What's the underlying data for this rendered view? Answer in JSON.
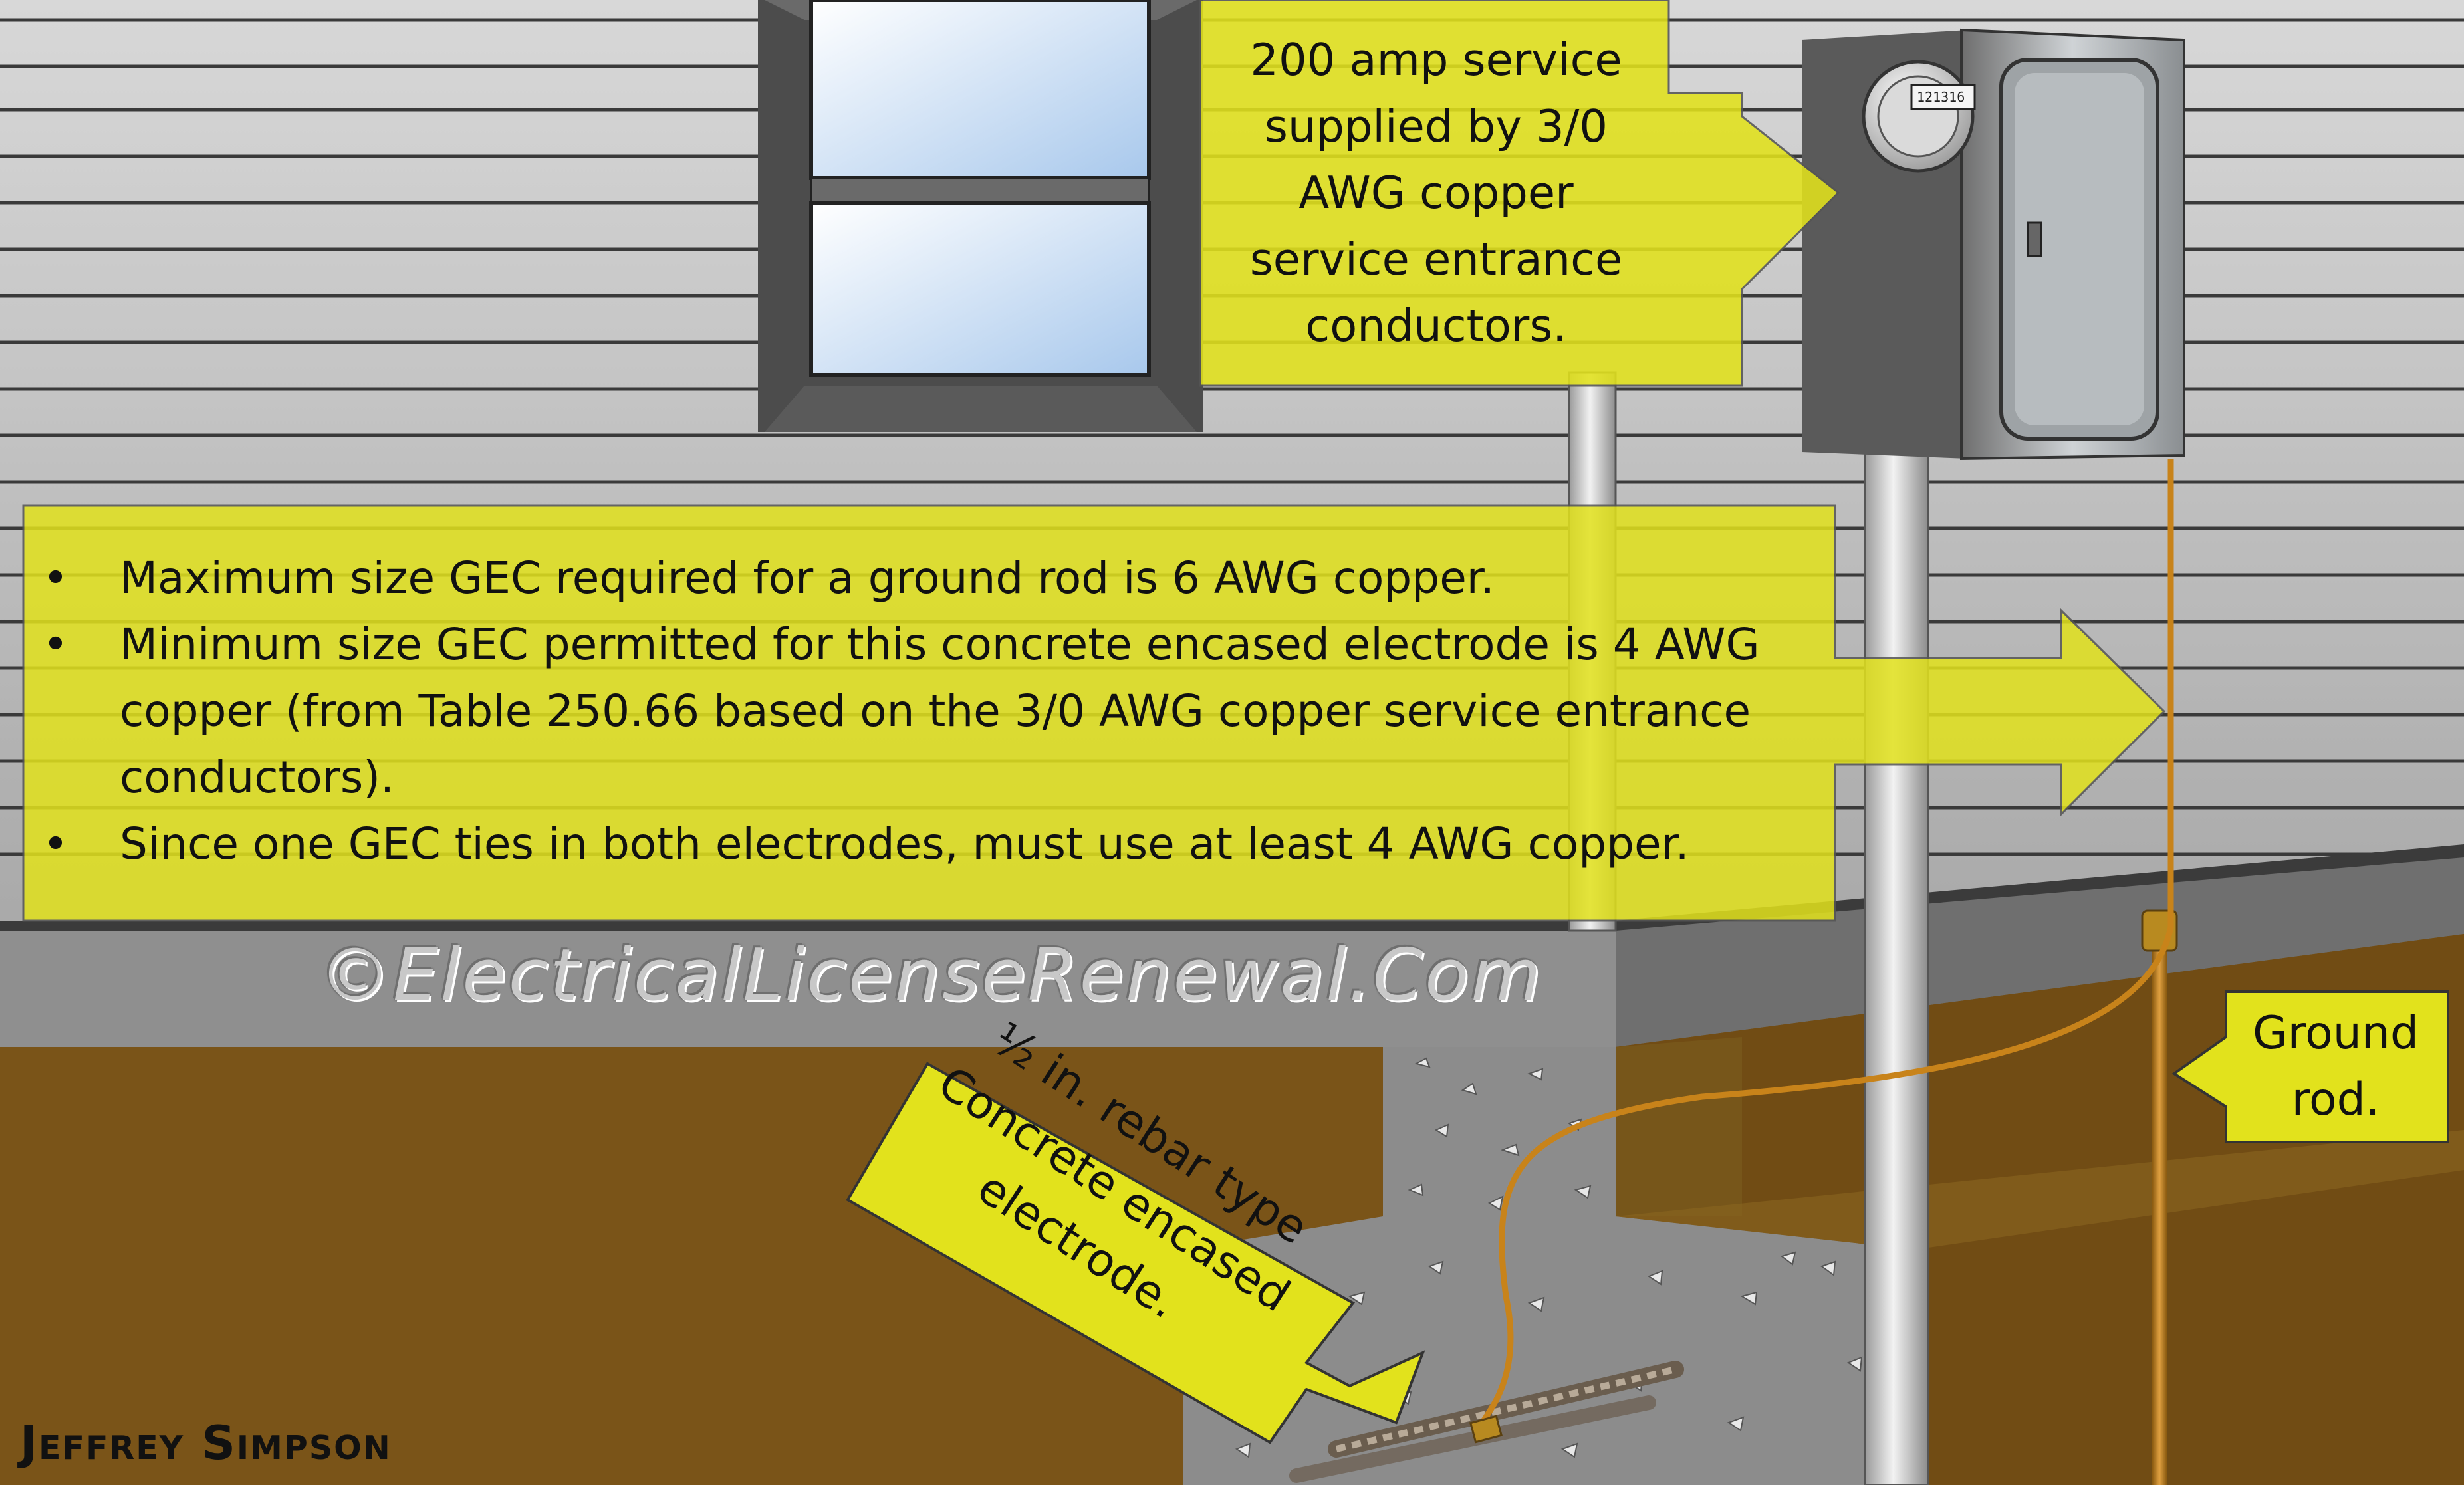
{
  "callouts": {
    "service": {
      "lines": [
        "200 amp service",
        "supplied by 3/0",
        "AWG copper",
        "service entrance",
        "conductors."
      ]
    },
    "gec_requirements": {
      "bullet_symbol": "•",
      "bullets": [
        {
          "lines": [
            "Maximum size GEC required for a ground rod is 6 AWG copper."
          ]
        },
        {
          "lines": [
            "Minimum size GEC permitted for this concrete encased electrode is 4 AWG",
            "copper (from Table 250.66 based on the 3/0 AWG copper service entrance",
            "conductors)."
          ]
        },
        {
          "lines": [
            "Since one GEC ties in both electrodes, must use at least 4 AWG copper."
          ]
        }
      ]
    },
    "ground_rod": {
      "lines": [
        "Ground",
        "rod."
      ]
    },
    "rebar": {
      "lines": [
        "½ in. rebar type",
        "Concrete encased",
        "electrode."
      ]
    }
  },
  "meter": {
    "number": "121316"
  },
  "watermark": "©ElectricalLicenseRenewal.Com",
  "signature": "Jeffrey Simpson",
  "colors": {
    "callout_fill": "#e2e21c",
    "siding": "#c4c4c4",
    "soil": "#7a5418",
    "concrete": "#8c8c8c",
    "copper_wire": "#c8831a"
  }
}
